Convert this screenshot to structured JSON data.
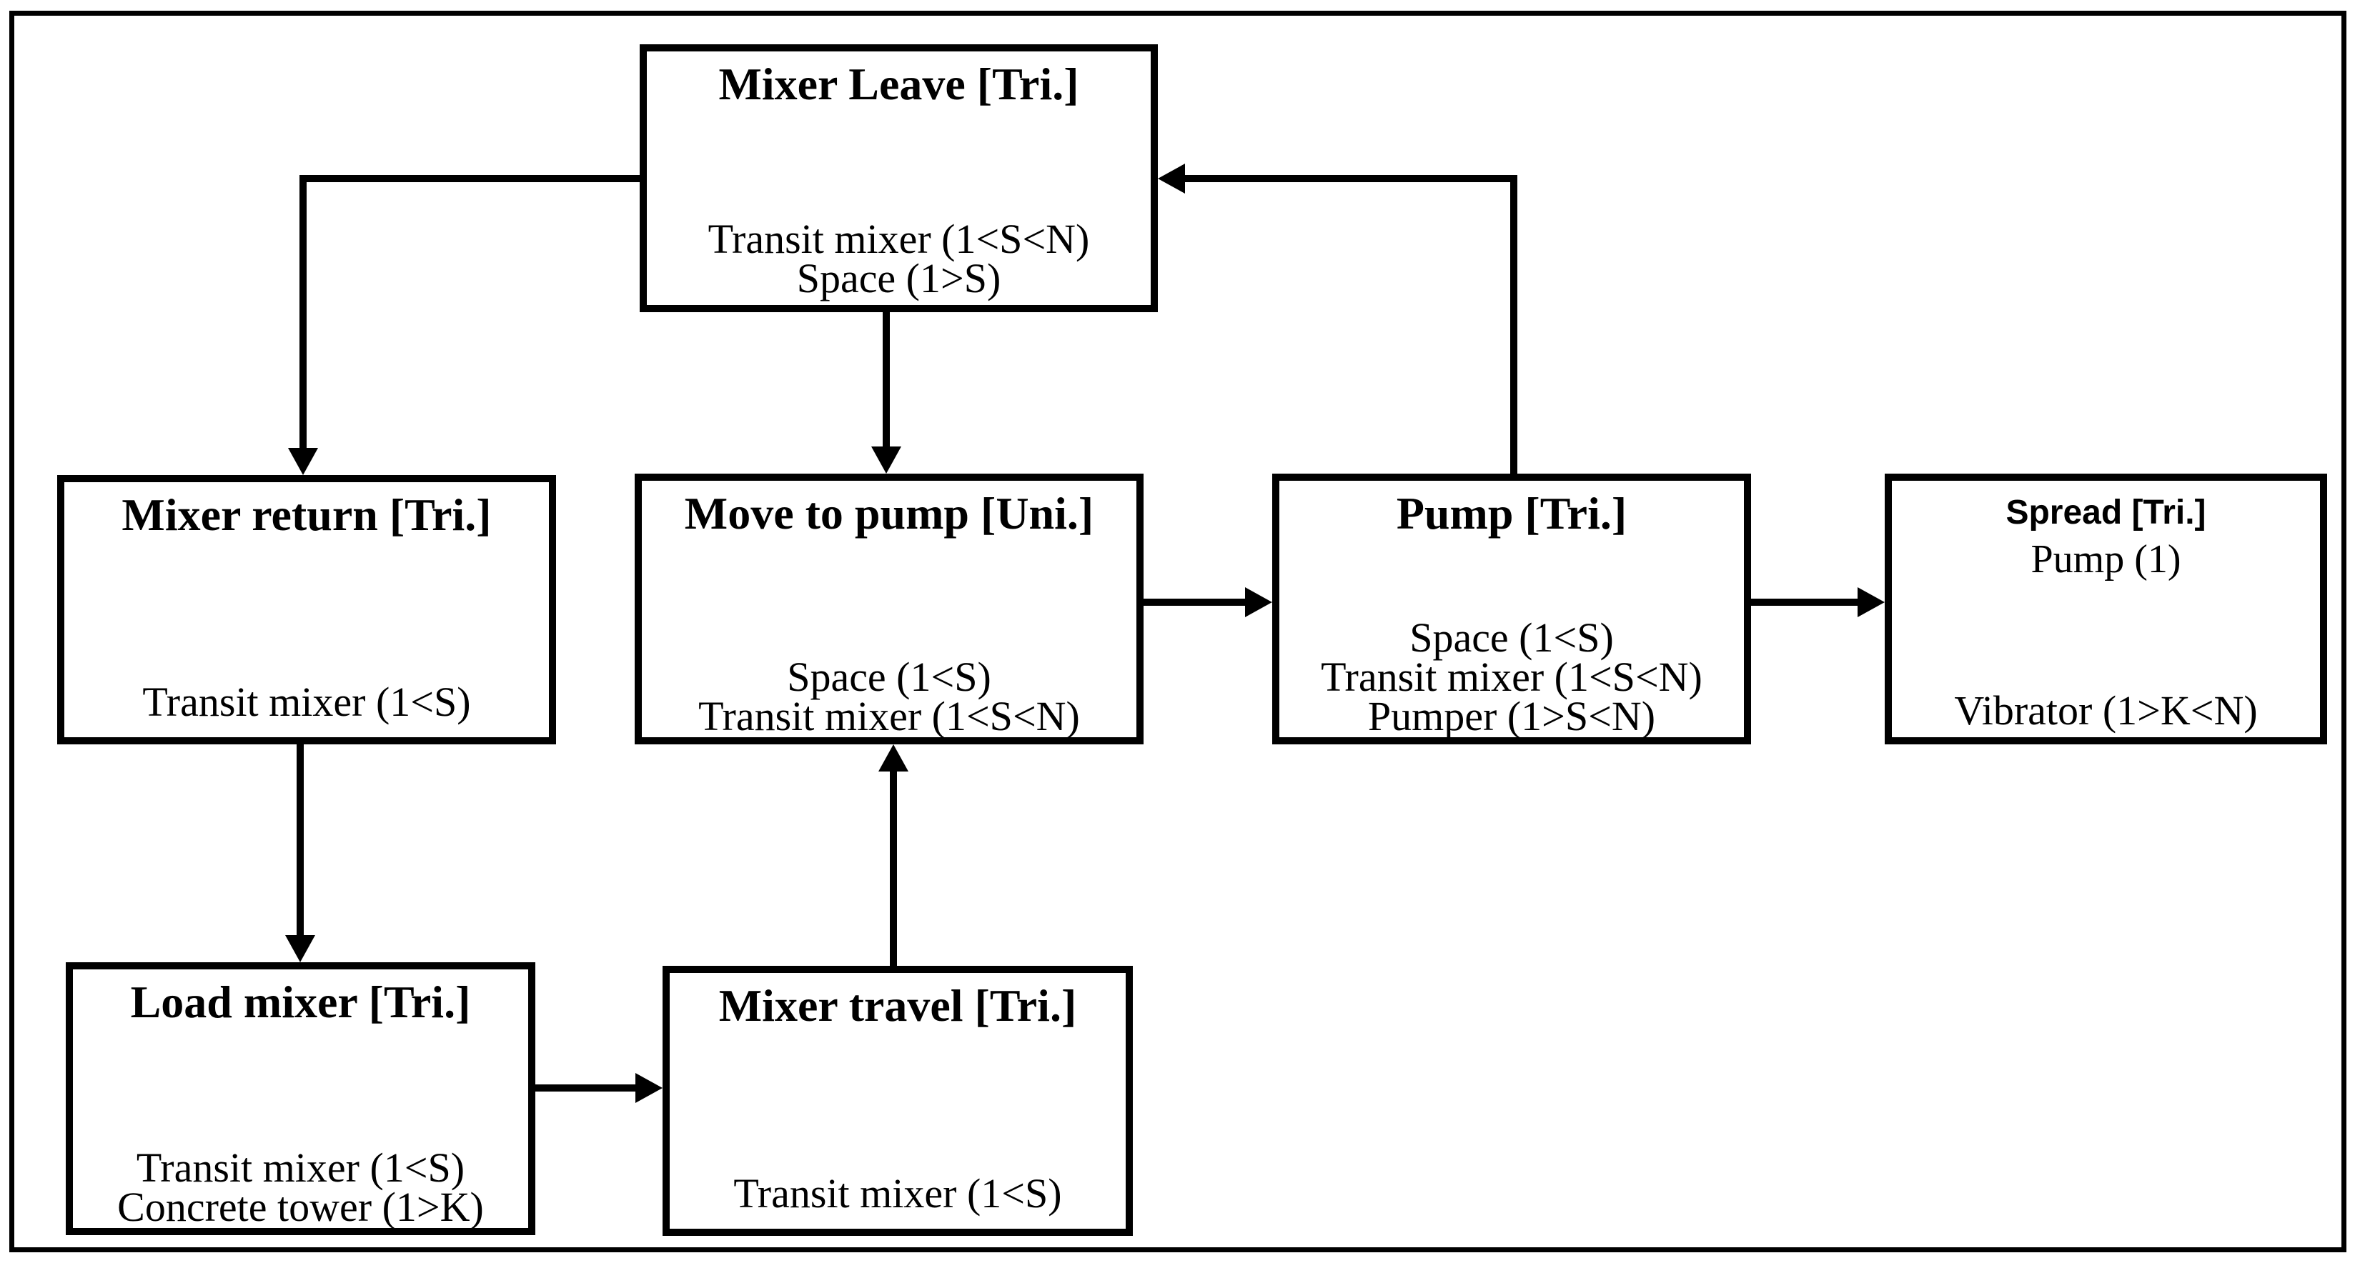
{
  "diagram": {
    "background_color": "#ffffff",
    "line_color": "#000000",
    "boxes": [
      {
        "id": "mixer-leave",
        "title": "Mixer Leave [Tri.]",
        "resources": [
          "Transit mixer (1<S<N)",
          "Space (1>S)"
        ]
      },
      {
        "id": "mixer-return",
        "title": "Mixer return [Tri.]",
        "resources": [
          "Transit mixer (1<S)"
        ]
      },
      {
        "id": "move-to-pump",
        "title": "Move to pump [Uni.]",
        "resources": [
          "Space (1<S)",
          "Transit mixer (1<S<N)"
        ]
      },
      {
        "id": "pump",
        "title": "Pump [Tri.]",
        "resources": [
          "Space (1<S)",
          "Transit mixer (1<S<N)",
          "Pumper (1>S<N)"
        ]
      },
      {
        "id": "spread",
        "title": "Spread [Tri.]",
        "resources": [
          "Pump (1)",
          "Vibrator (1>K<N)"
        ]
      },
      {
        "id": "load-mixer",
        "title": "Load mixer [Tri.]",
        "resources": [
          "Transit mixer (1<S)",
          "Concrete tower (1>K)"
        ]
      },
      {
        "id": "mixer-travel",
        "title": "Mixer travel [Tri.]",
        "resources": [
          "Transit mixer (1<S)"
        ]
      }
    ],
    "connections": [
      {
        "from": "mixer-leave",
        "to": "mixer-return",
        "route": "left-then-down"
      },
      {
        "from": "mixer-leave",
        "to": "move-to-pump",
        "route": "straight-down"
      },
      {
        "from": "pump",
        "to": "mixer-leave",
        "route": "up-then-left"
      },
      {
        "from": "move-to-pump",
        "to": "pump",
        "route": "straight-right"
      },
      {
        "from": "pump",
        "to": "spread",
        "route": "straight-right"
      },
      {
        "from": "mixer-return",
        "to": "load-mixer",
        "route": "straight-down"
      },
      {
        "from": "load-mixer",
        "to": "mixer-travel",
        "route": "straight-right"
      },
      {
        "from": "mixer-travel",
        "to": "move-to-pump",
        "route": "straight-up"
      }
    ]
  }
}
